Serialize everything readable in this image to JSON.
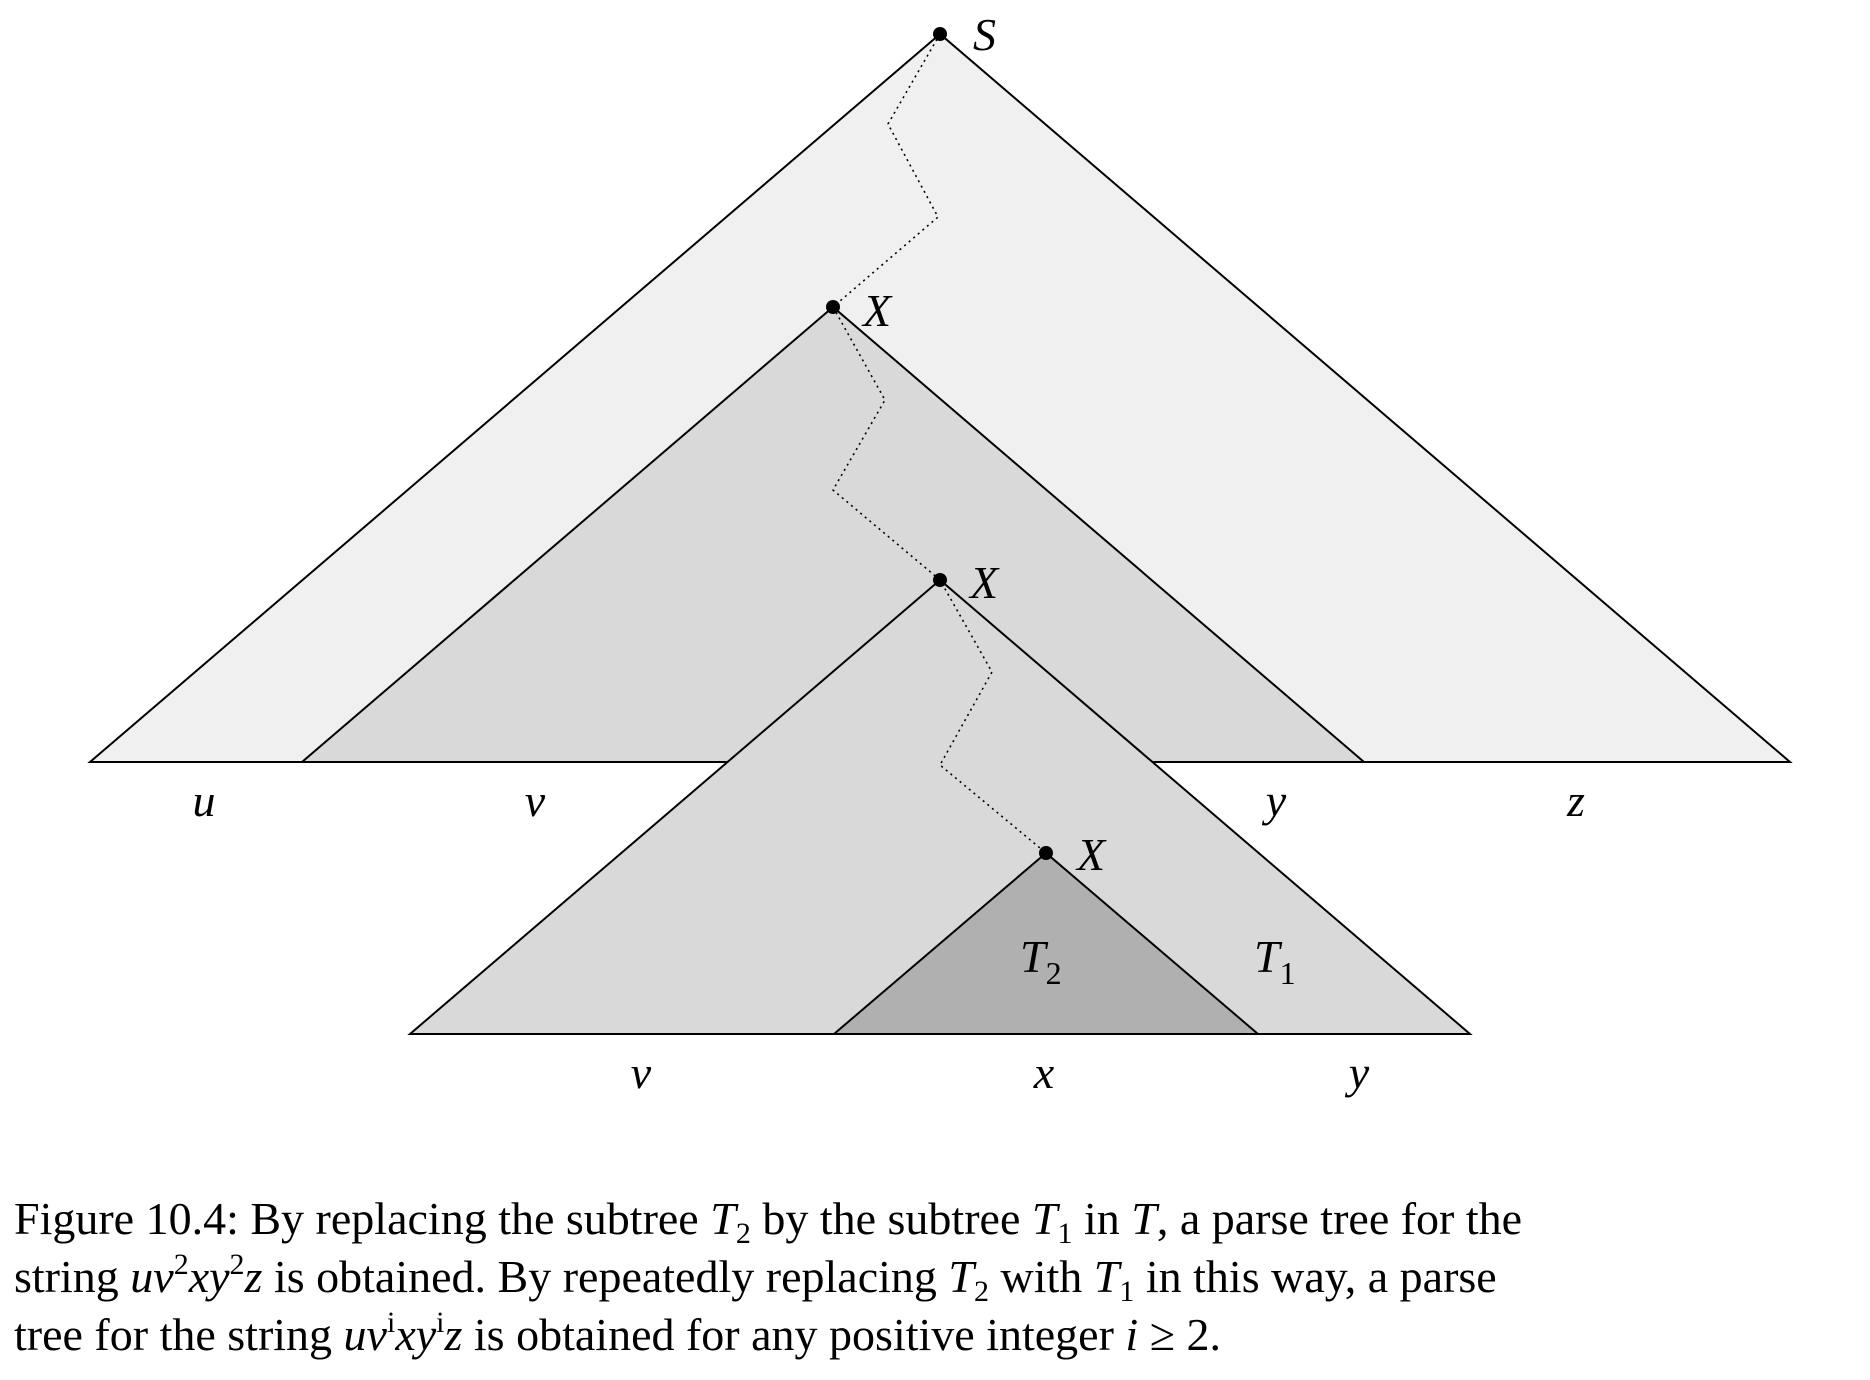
{
  "diagram": {
    "colors": {
      "outer_tree": "#f0f0f0",
      "middle_tree": "#d9d9d9",
      "inner_tree": "#d9d9d9",
      "subtree_t2": "#b0b0b0",
      "edge": "#000000"
    },
    "nodes": {
      "root": "S",
      "x_upper": "X",
      "x_middle": "X",
      "x_lower": "X"
    },
    "subtrees": {
      "t2_main": "T",
      "t2_sub": "2",
      "t1_main": "T",
      "t1_sub": "1"
    },
    "top_yield": {
      "u": "u",
      "v": "v",
      "y": "y",
      "z": "z"
    },
    "bottom_yield": {
      "v": "v",
      "x": "x",
      "y": "y"
    }
  },
  "caption": {
    "line1": {
      "a": "Figure 10.4: By replacing the subtree ",
      "t2": "T",
      "t2_sub": "2",
      "b": " by the subtree ",
      "t1": "T",
      "t1_sub": "1",
      "c": " in ",
      "t": "T",
      "d": ", a parse tree for the"
    },
    "line2": {
      "a": "string ",
      "m1": "uv",
      "e1": "2",
      "m2": "xy",
      "e2": "2",
      "m3": "z",
      "b": " is obtained. By repeatedly replacing ",
      "t2": "T",
      "t2_sub": "2",
      "c": " with ",
      "t1": "T",
      "t1_sub": "1",
      "d": " in this way, a parse"
    },
    "line3": {
      "a": "tree for the string ",
      "m1": "uv",
      "e1": "i",
      "m2": "xy",
      "e2": "i",
      "m3": "z",
      "b": " is obtained for any positive integer ",
      "i": "i",
      "c": " ≥ 2."
    }
  }
}
